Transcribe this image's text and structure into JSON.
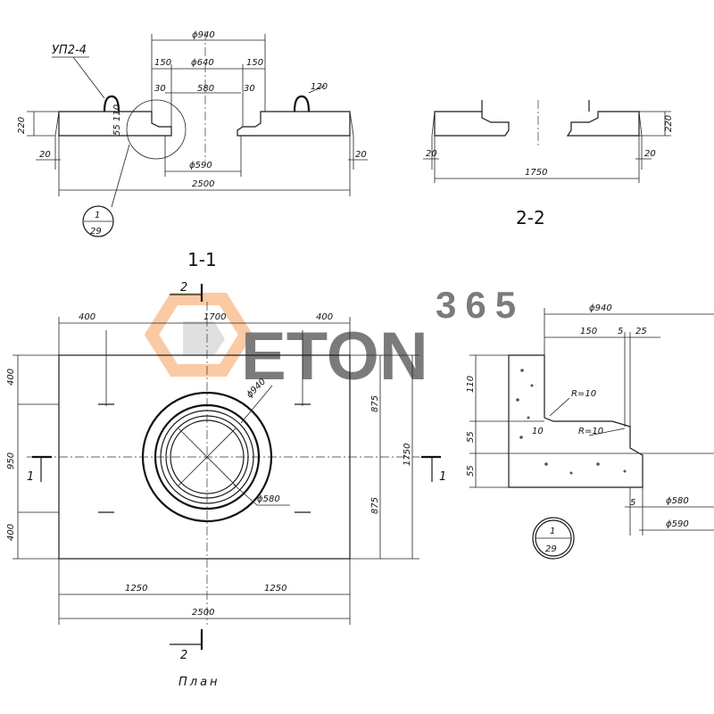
{
  "watermark": {
    "number": "365",
    "brand": "ETON",
    "color_orange": "#f5a05a",
    "color_grey": "#c8c8c8"
  },
  "section_1_1": {
    "title": "1-1",
    "mark_label": "УП2-4",
    "dims": {
      "d940": "ϕ940",
      "d640": "ϕ640",
      "d590": "ϕ590",
      "w150_left": "150",
      "w150_right": "150",
      "w30_left": "30",
      "w30_right": "30",
      "w580": "580",
      "w2500": "2500",
      "h220": "220",
      "h55": "55",
      "h110": "110",
      "h20_left": "20",
      "h20_right": "20",
      "r120": "120"
    },
    "callout": {
      "num": "1",
      "sheet": "29"
    }
  },
  "section_2_2": {
    "title": "2-2",
    "dims": {
      "w1750": "1750",
      "h220": "220",
      "h20_left": "20",
      "h20_right": "20"
    }
  },
  "plan": {
    "title": "План",
    "dims": {
      "top_400_left": "400",
      "top_1700": "1700",
      "top_400_right": "400",
      "left_400_top": "400",
      "left_950": "950",
      "left_400_bottom": "400",
      "right_875_top": "875",
      "right_875_bottom": "875",
      "right_1750": "1750",
      "bottom_1250_left": "1250",
      "bottom_1250_right": "1250",
      "bottom_2500": "2500",
      "d940": "ϕ940",
      "d580": "ϕ580"
    },
    "cut_labels": {
      "top2": "2",
      "bottom2": "2",
      "left1": "1",
      "right1": "1"
    }
  },
  "detail_1": {
    "dims": {
      "d940": "ϕ940",
      "w150": "150",
      "w5_top": "5",
      "w25": "25",
      "h110": "110",
      "h55_top": "55",
      "h55_bottom": "55",
      "r10_a": "R=10",
      "r10_b": "R=10",
      "w10": "10",
      "w5_bottom": "5",
      "d580": "ϕ580",
      "d590": "ϕ590"
    },
    "callout": {
      "num": "1",
      "sheet": "29"
    }
  }
}
